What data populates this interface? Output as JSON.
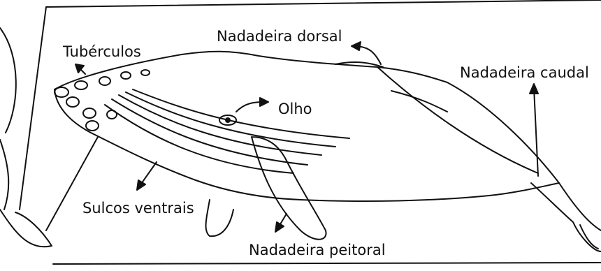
{
  "labels": {
    "dorsal": "Nadadeira dorsal",
    "tuberculos": "Tubérculos",
    "caudal": "Nadadeira caudal",
    "olho": "Olho",
    "sulcos": "Sulcos ventrais",
    "peitoral": "Nadadeira peitoral"
  },
  "colors": {
    "ink": "#111111",
    "paper": "#ffffff"
  }
}
